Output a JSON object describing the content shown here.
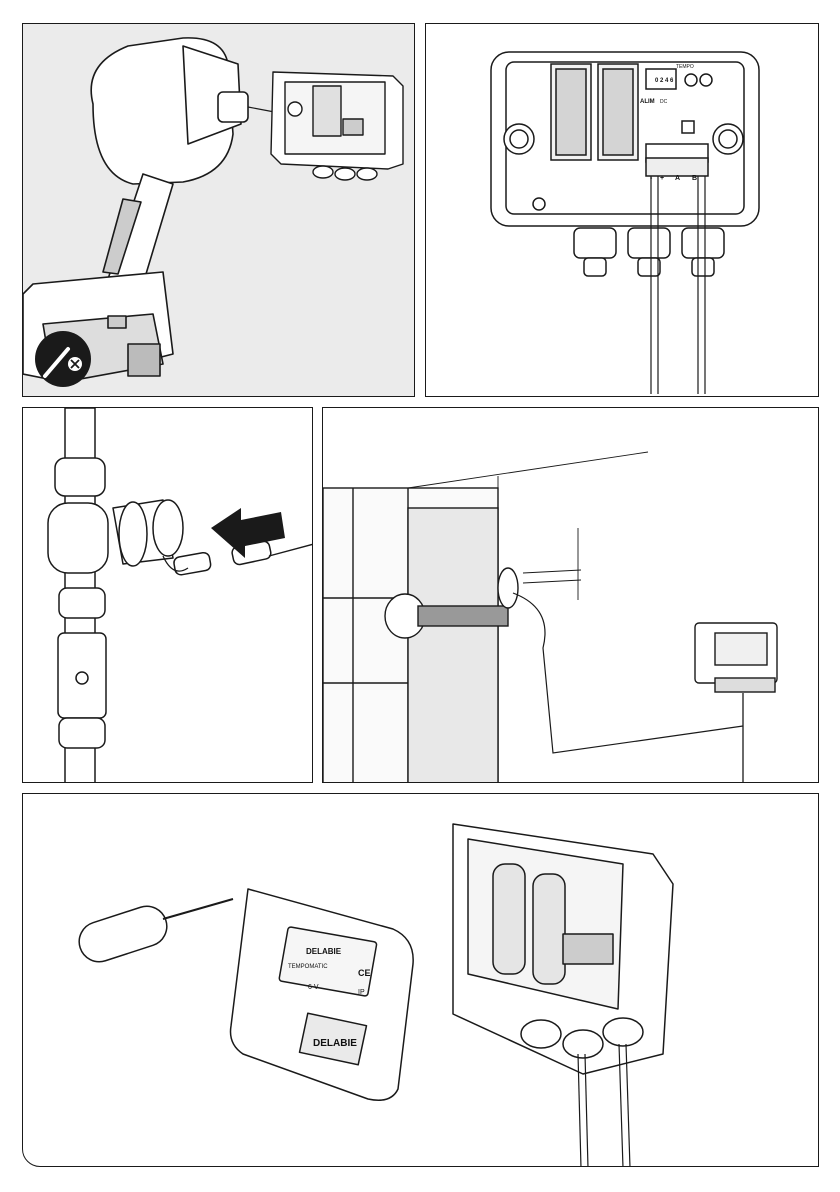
{
  "panel_b": {
    "tempo": "TEMPO",
    "dip": "0 2 4 6",
    "alim": "ALIM",
    "dc": "DC",
    "polarity_minus": "-",
    "polarity_plus": "+",
    "term_a": "A",
    "term_b": "B"
  },
  "panel_e": {
    "brand": "DELABIE",
    "model": "TEMPOMATIC",
    "ce": "CE",
    "voltage": "6 V",
    "ip": "IP",
    "grille_brand": "DELABIE"
  },
  "colors": {
    "panel_a_bg": "#ebebeb",
    "line": "#1a1a1a",
    "fill": "#ffffff"
  }
}
